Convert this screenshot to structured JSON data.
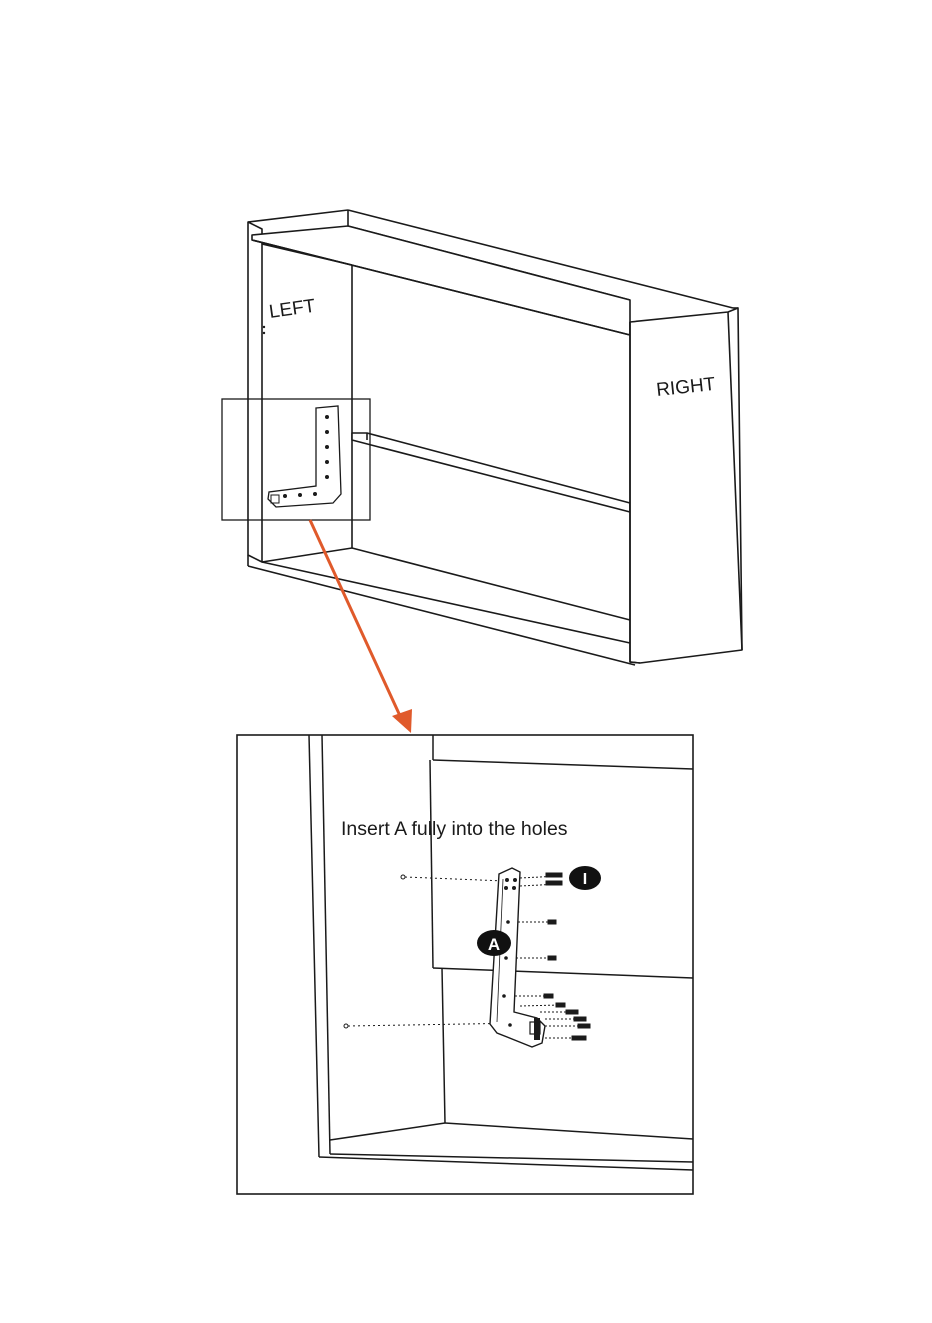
{
  "labels": {
    "left_panel": "LEFT",
    "right_panel": "RIGHT",
    "instruction": "Insert A fully into the holes"
  },
  "callouts": {
    "part_a": "A",
    "part_i": "I"
  },
  "colors": {
    "line": "#1a1a1a",
    "arrow": "#e05a2b",
    "background": "#ffffff"
  }
}
